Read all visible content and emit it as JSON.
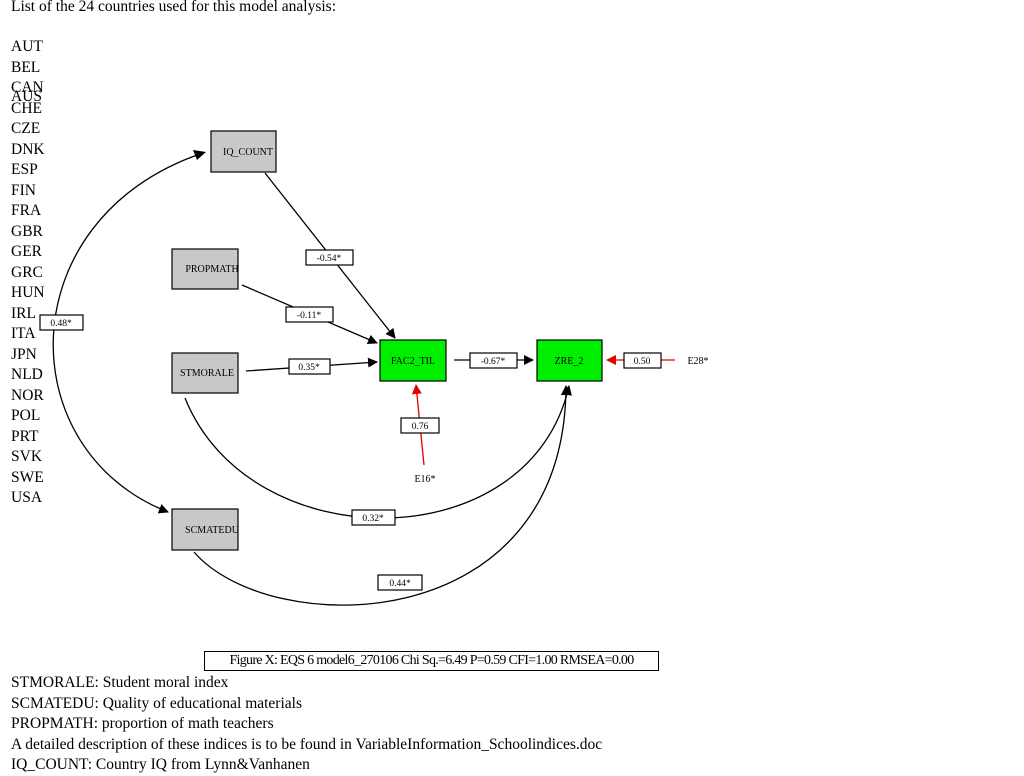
{
  "intro_text": "List of the 24 countries used for this model analysis:",
  "countries": [
    "AUT",
    "BEL",
    "CAN",
    "CHE",
    "CZE",
    "DNK",
    "ESP",
    "FIN",
    "FRA",
    "GBR",
    "GER",
    "GRC",
    "HUN",
    "IRL",
    "ITA",
    "JPN",
    "NLD",
    "NOR",
    "POL",
    "PRT",
    "SVK",
    "SWE",
    "USA"
  ],
  "overlapping_country": "AUS",
  "nodes": {
    "iq_count": "IQ_COUNT",
    "propmath": "PROPMATH",
    "stmorale": "STMORALE",
    "scmatedu": "SCMATEDU",
    "fac2_til": "FAC2_TIL",
    "zre_2": "ZRE_2",
    "e16": "E16*",
    "e28": "E28*"
  },
  "paths": {
    "iq_to_fac2": "-0.54*",
    "propmath_to_fac2": "-0.11*",
    "stmorale_to_fac2": "0.35*",
    "fac2_to_zre2": "-0.67*",
    "e28_to_zre2": "0.50",
    "e16_to_fac2": "0.76",
    "stmorale_to_zre2": "0.32*",
    "scmatedu_to_zre2": "0.44*",
    "covariance_iq_scmatedu": "0.48*"
  },
  "colors": {
    "exogenous_fill": "#c8c8c8",
    "endogenous_fill": "#00ee00",
    "error_arrow": "#e00000"
  },
  "caption": "Figure X: EQS 6 model6_270106 Chi Sq.=6.49 P=0.59 CFI=1.00 RMSEA=0.00",
  "legend": [
    "STMORALE: Student moral index",
    "SCMATEDU: Quality of  educational materials",
    "PROPMATH: proportion of math teachers",
    "A detailed description of these indices is to be found in VariableInformation_Schoolindices.doc",
    "IQ_COUNT: Country IQ from Lynn&Vanhanen"
  ]
}
